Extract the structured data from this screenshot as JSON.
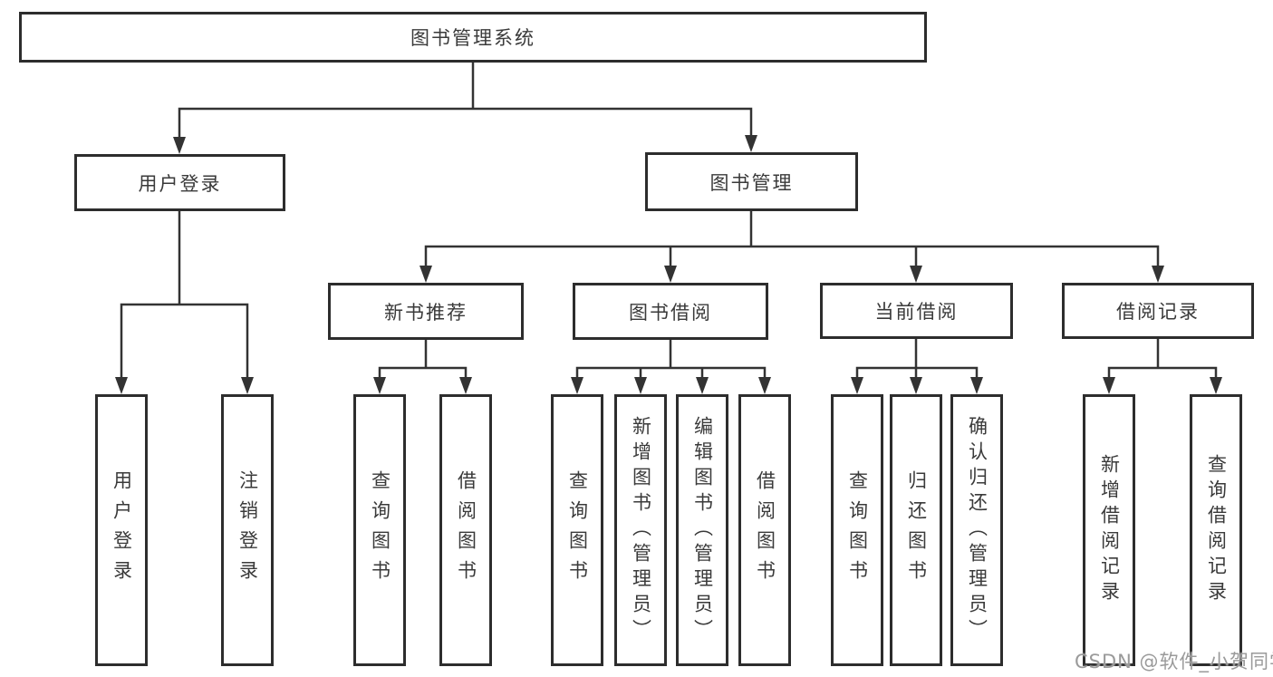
{
  "watermark": "CSDN @软件_小贺同学",
  "colors": {
    "line": "#333333",
    "box_border": "#2d2d2d",
    "text": "#3a3a3a",
    "watermark": "#9a9a9a",
    "background": "#ffffff"
  },
  "tree": {
    "root": {
      "label": "图书管理系统"
    },
    "branches": [
      {
        "label": "用户登录",
        "children": [
          {
            "label": "用户登录"
          },
          {
            "label": "注销登录"
          }
        ]
      },
      {
        "label": "图书管理",
        "children": [
          {
            "label": "新书推荐",
            "children": [
              {
                "label": "查询图书"
              },
              {
                "label": "借阅图书"
              }
            ]
          },
          {
            "label": "图书借阅",
            "children": [
              {
                "label": "查询图书"
              },
              {
                "label": "新增图书（管理员）"
              },
              {
                "label": "编辑图书（管理员）"
              },
              {
                "label": "借阅图书"
              }
            ]
          },
          {
            "label": "当前借阅",
            "children": [
              {
                "label": "查询图书"
              },
              {
                "label": "归还图书"
              },
              {
                "label": "确认归还（管理员）"
              }
            ]
          },
          {
            "label": "借阅记录",
            "children": [
              {
                "label": "新增借阅记录"
              },
              {
                "label": "查询借阅记录"
              }
            ]
          }
        ]
      }
    ]
  }
}
